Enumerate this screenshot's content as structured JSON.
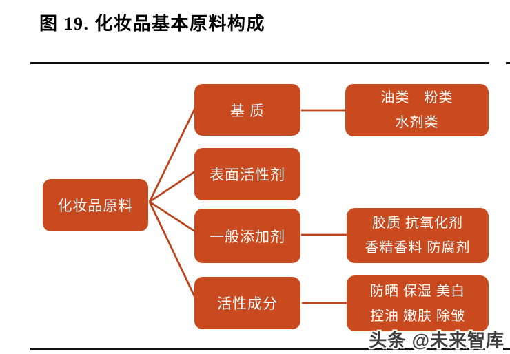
{
  "title": "图 19. 化妆品基本原料构成",
  "colors": {
    "box_fill": "#C84A1E",
    "connector_line": "#BC431B",
    "box_text": "#FFFFFF",
    "title_text": "#000000",
    "rule": "#121212",
    "watermark_text": "#3F3F3F"
  },
  "diagram": {
    "root": {
      "label": "化妆品原料"
    },
    "branches": [
      {
        "label": "基 质"
      },
      {
        "label": "表面活性剂"
      },
      {
        "label": "一般添加剂"
      },
      {
        "label": "活性成分"
      }
    ],
    "leaves": [
      {
        "lines": [
          "油类　粉类",
          "水剂类"
        ]
      },
      {
        "lines": [
          "胶质 抗氧化剂",
          "香精香料 防腐剂"
        ]
      },
      {
        "lines": [
          "防晒 保湿 美白",
          "控油 嫩肤 除皱"
        ]
      }
    ]
  },
  "watermark": "头条 @未来智库"
}
